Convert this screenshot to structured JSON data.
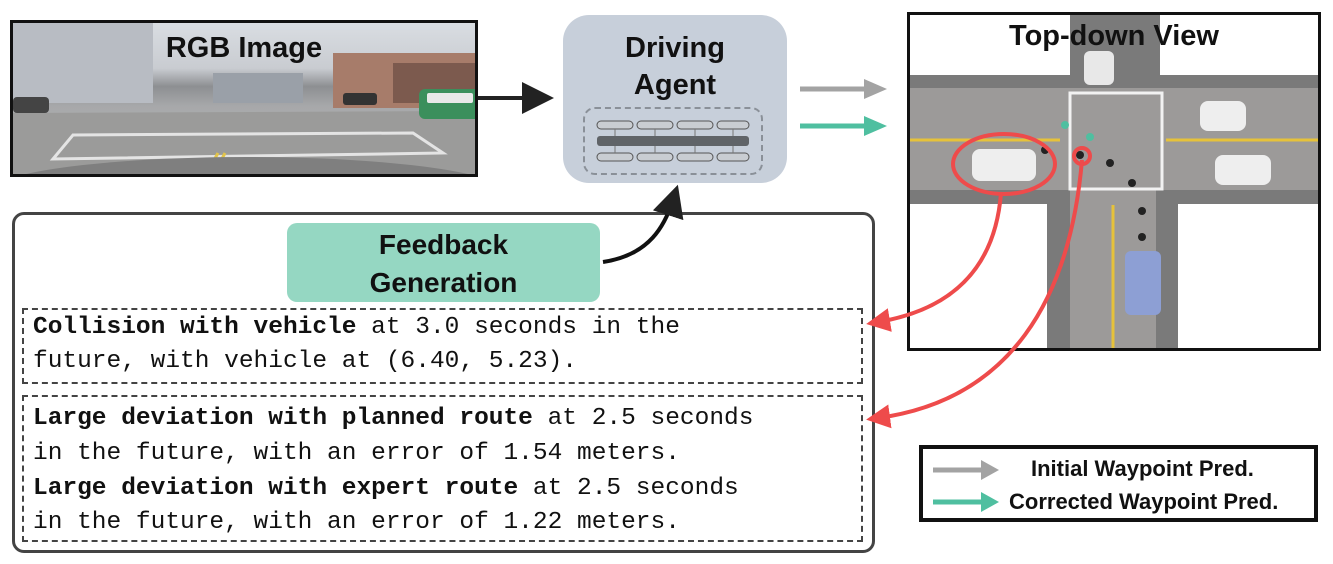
{
  "rgb_image": {
    "label": "RGB Image"
  },
  "driving_agent": {
    "title_line1": "Driving",
    "title_line2": "Agent"
  },
  "topdown_view": {
    "label": "Top-down View"
  },
  "feedback_generation": {
    "line1": "Feedback",
    "line2": "Generation"
  },
  "feedback": {
    "collision": {
      "bold": "Collision with vehicle",
      "rest1": " at 3.0 seconds in the",
      "line2": "future, with vehicle at (6.40, 5.23)."
    },
    "planned_route": {
      "bold": "Large deviation with planned route",
      "rest1": " at 2.5 seconds",
      "line2": "in the future, with an error of 1.54 meters."
    },
    "expert_route": {
      "bold": "Large deviation with expert route",
      "rest1": " at 2.5 seconds",
      "line2": "in the future, with an error of 1.22 meters."
    }
  },
  "legend": {
    "initial": "Initial Waypoint Pred.",
    "corrected": "Corrected Waypoint Pred."
  },
  "colors": {
    "initial_arrow": "#a3a3a3",
    "corrected_arrow": "#4fbfa0",
    "highlight": "#ee4b4b",
    "feedback_generation_bg": "#95d7c2",
    "agent_bg": "#c7cfda"
  }
}
